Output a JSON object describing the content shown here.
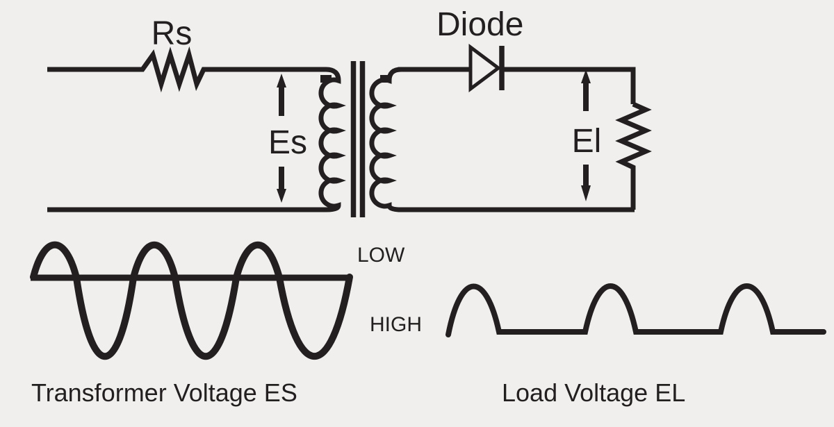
{
  "colors": {
    "background": "#f0efee",
    "ink": "#231f20"
  },
  "circuit": {
    "series_resistor_label": "Rs",
    "transformer_secondary_voltage_label": "Es",
    "diode_label": "Diode",
    "load_voltage_label": "El"
  },
  "waveforms": {
    "low_label": "LOW",
    "high_label": "HIGH",
    "left_caption": "Transformer Voltage ES",
    "right_caption": "Load Voltage EL"
  },
  "chart_data": [
    {
      "type": "line",
      "title": "Transformer Voltage ES",
      "description": "Sine wave of 3 full cycles crossing a heavy horizontal zero axis; positive half-cycles rise above the axis (labeled LOW), negative half-cycles dip below (labeled HIGH)",
      "cycles": 3,
      "annotations": [
        "LOW",
        "HIGH"
      ]
    },
    {
      "type": "line",
      "title": "Load Voltage EL",
      "description": "Half-wave rectified output: 3 positive half-sine pulses separated by flat zero-level segments",
      "pulses": 3
    }
  ]
}
